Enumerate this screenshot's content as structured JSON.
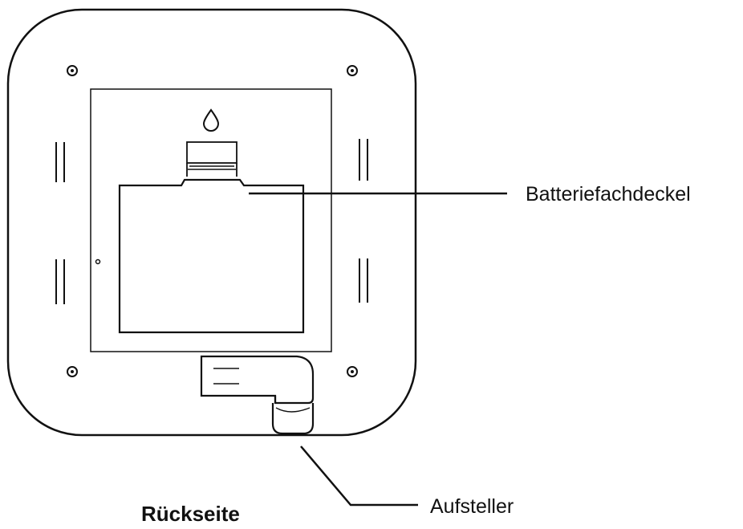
{
  "labels": {
    "battery_cover": "Batteriefachdeckel",
    "stand": "Aufsteller",
    "caption": "Rückseite"
  },
  "colors": {
    "stroke": "#111111",
    "background": "#ffffff"
  }
}
